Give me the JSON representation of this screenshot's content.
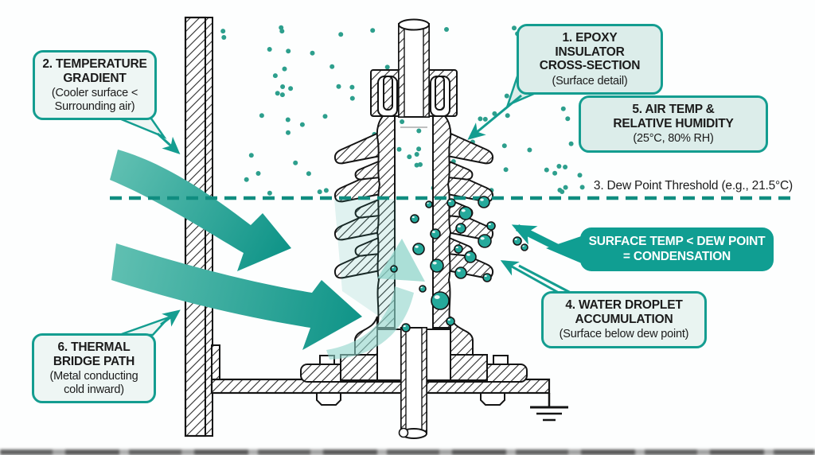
{
  "callouts": {
    "c1": {
      "t1": "1. EPOXY INSULATOR",
      "t2": "CROSS-SECTION",
      "sub": "(Surface detail)"
    },
    "c2": {
      "t1": "2. TEMPERATURE",
      "t2": "GRADIENT",
      "sub": "(Cooler surface < Surrounding air)"
    },
    "c3": {
      "label": "3. Dew Point Threshold (e.g., 21.5°C)"
    },
    "c4": {
      "t1": "4. WATER DROPLET",
      "t2": "ACCUMULATION",
      "sub": "(Surface below dew point)"
    },
    "c5": {
      "t1": "5. AIR TEMP &",
      "t2": "RELATIVE HUMIDITY",
      "sub": "(25°C, 80% RH)"
    },
    "c6": {
      "t1": "6. THERMAL",
      "t2": "BRIDGE PATH",
      "sub": "(Metal conducting cold inward)"
    },
    "condensation": {
      "line1": "SURFACE TEMP < DEW POINT",
      "line2": "= CONDENSATION"
    }
  },
  "colors": {
    "teal": "#149d90",
    "teal_dark": "#0f8d80",
    "teal_light": "#8fd4c9",
    "dot": "#2d9f8d",
    "droplet": "#25a99b",
    "light_box_bg": "#eef6f4",
    "tinted_box_bg": "#dcedea",
    "solid_box_bg": "#109e92",
    "ink": "#141414"
  }
}
